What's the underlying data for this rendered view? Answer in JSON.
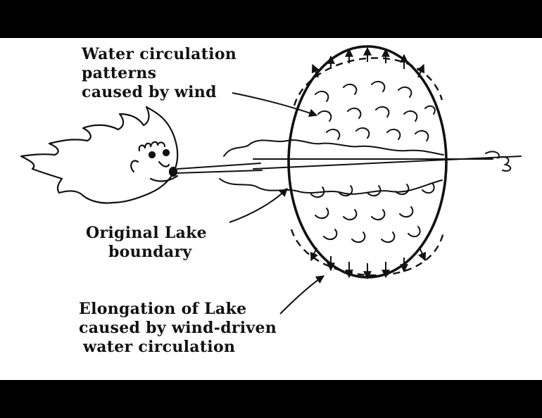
{
  "labels": {
    "circulation": [
      "Water circulation",
      "patterns",
      "caused by wind"
    ],
    "boundary": [
      "Original Lake",
      "boundary"
    ],
    "elongation": [
      "Elongation of Lake",
      "caused by wind-driven",
      "water circulation"
    ]
  },
  "colors": {
    "ink": "#111111",
    "paper": "#ffffff",
    "frame": "#000000"
  }
}
